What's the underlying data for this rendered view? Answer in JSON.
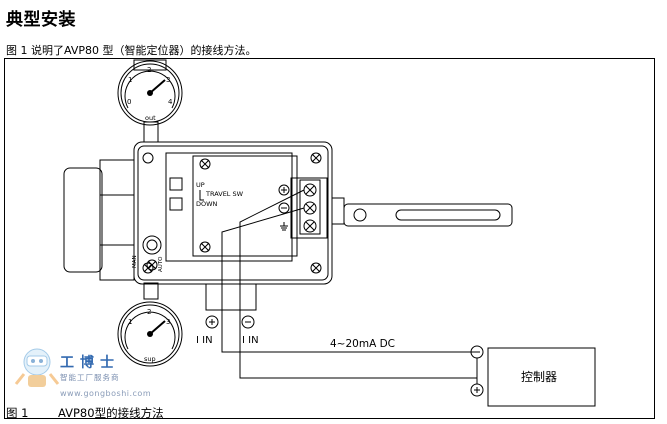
{
  "page": {
    "title": "典型安装",
    "intro": "图 1 说明了AVP80 型（智能定位器）的接线方法。"
  },
  "figure": {
    "caption_number": "图 1",
    "caption_text": "AVP80型的接线方法",
    "gauge_top_label": "out",
    "gauge_bottom_label": "sup",
    "gauge_numbers": [
      "0",
      "1",
      "2",
      "3",
      "4"
    ],
    "terminal_up": "UP",
    "terminal_travel": "TRAVEL SW",
    "terminal_down": "DOWN",
    "auto_label": "AUTO",
    "man_label": "MAN",
    "iin_left": "I IN",
    "iin_right": "I IN",
    "signal_label": "4~20mA DC",
    "controller_label": "控制器",
    "plus_symbol": "+",
    "minus_symbol": "−"
  },
  "watermark": {
    "logo": "工博士",
    "subtitle": "智能工厂服务商",
    "url": "www.gongboshi.com"
  }
}
